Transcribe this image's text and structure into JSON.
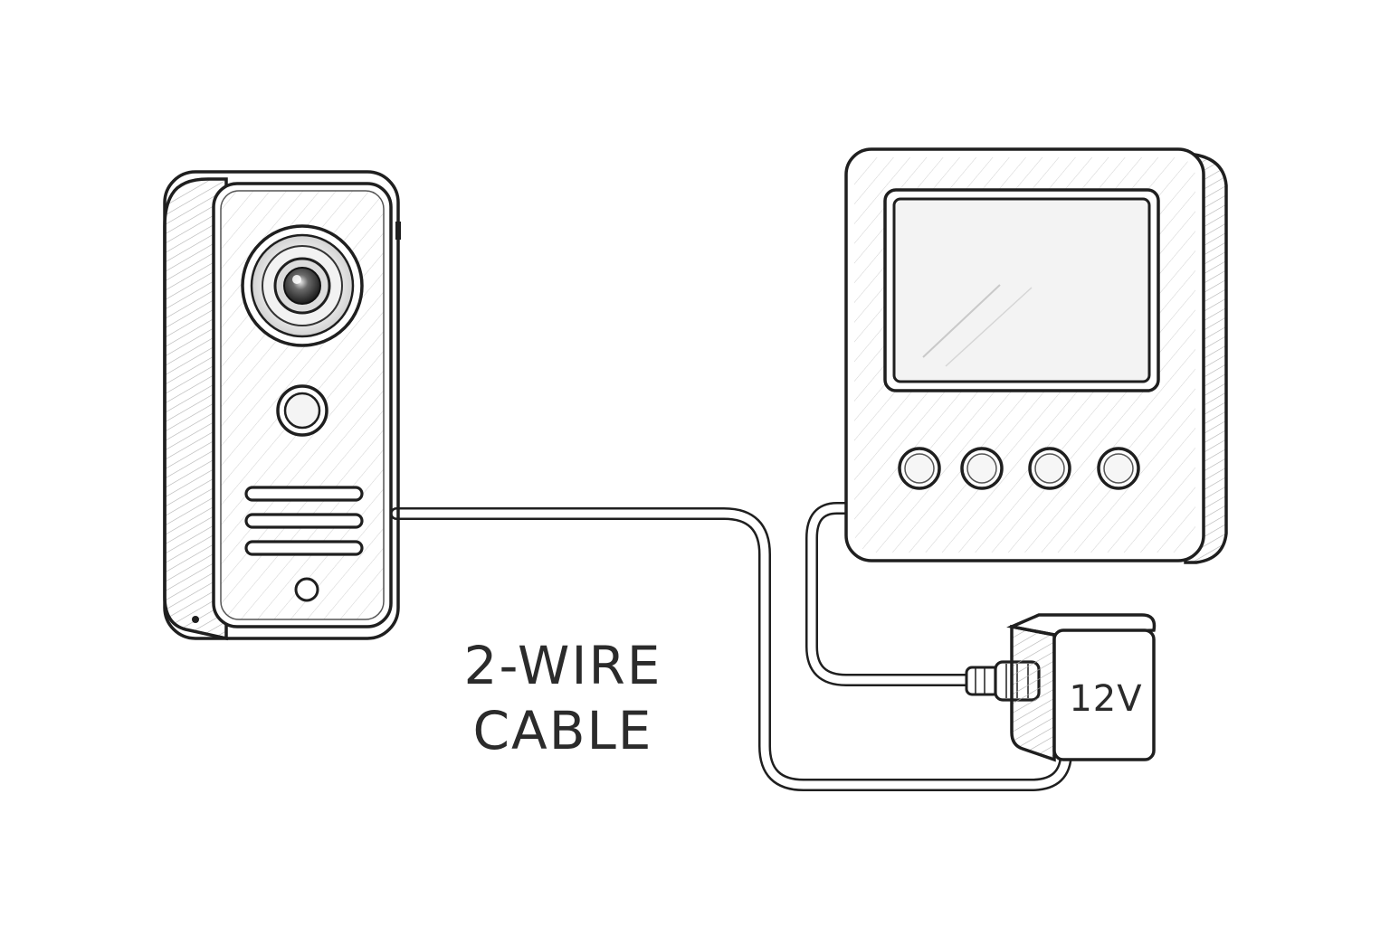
{
  "diagram": {
    "cable_label": {
      "line1": "2-WIRE",
      "line2": "CABLE"
    },
    "power_adapter": {
      "label": "12V"
    },
    "door_station": {
      "icons": [
        "camera-lens-icon",
        "call-button-icon",
        "speaker-grille-icon",
        "microphone-icon"
      ]
    },
    "indoor_monitor": {
      "button_count": 4
    },
    "colors": {
      "ink": "#1f1f1f",
      "shade": "#9a9a9a",
      "text": "#2b2b2b",
      "background": "#ffffff"
    }
  }
}
